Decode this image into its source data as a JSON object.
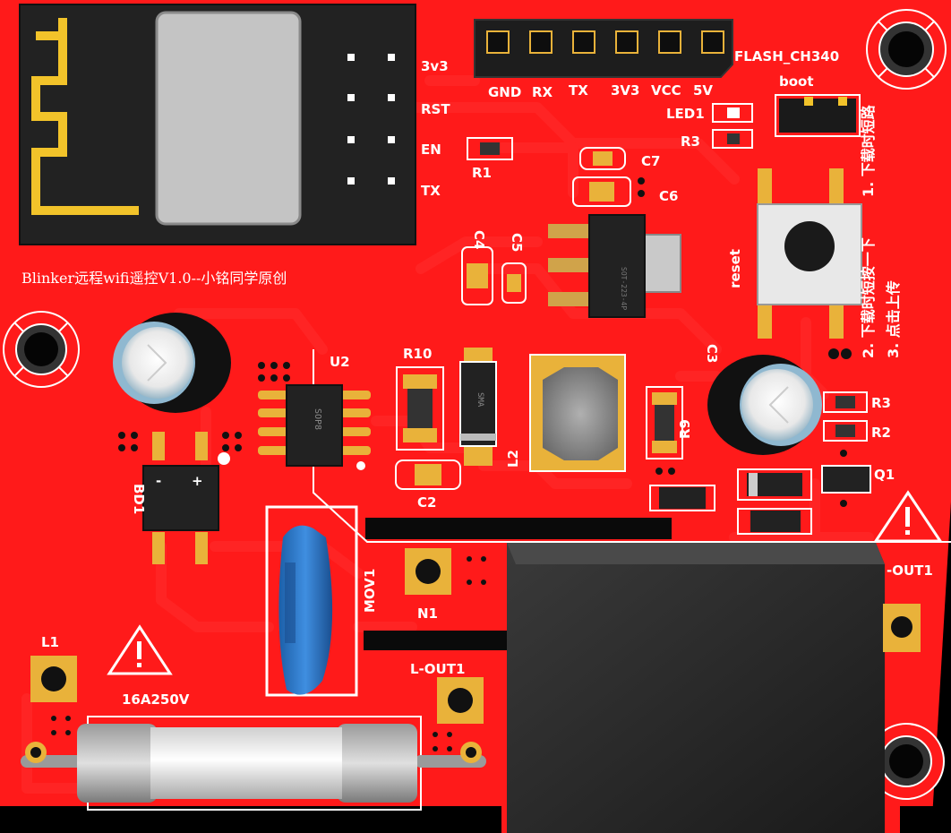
{
  "board": {
    "title": "Blinker远程wifi遥控V1.0--小铭同学原创",
    "esp_pins": [
      "3v3",
      "RST",
      "EN",
      "TX"
    ],
    "header": {
      "name": "FLASH_CH340",
      "pins": [
        "GND",
        "RX",
        "TX",
        "3V3",
        "VCC",
        "5V"
      ]
    },
    "notes": [
      "1. 下载时短路",
      "2. 下载时短按一下",
      "3. 点击上传"
    ],
    "components": {
      "boot": "boot",
      "led1": "LED1",
      "r3_top": "R3",
      "r1": "R1",
      "c7": "C7",
      "c6": "C6",
      "c4": "C4",
      "c5": "C5",
      "reset": "reset",
      "u2": "U2",
      "r10": "R10",
      "c2": "C2",
      "l2": "L2",
      "r9": "R9",
      "c3": "C3",
      "r3": "R3",
      "r2": "R2",
      "q1": "Q1",
      "bd1": "BD1",
      "bd1_minus": "-",
      "bd1_plus": "+",
      "mov1": "MOV1",
      "n1": "N1",
      "out1": "-OUT1",
      "l1": "L1",
      "lout1": "L-OUT1",
      "fuse_rating": "16A250V"
    },
    "chip_marks": {
      "ldo": "SOT-223-4P",
      "sop": "SOP8",
      "diode": "SMA"
    },
    "colors": {
      "pcb": "#ff1a1a",
      "trace": "#ff2d2d",
      "gold": "#e9b23a",
      "silkscreen": "#ffffff",
      "component_body": "#1c1c1c"
    }
  }
}
